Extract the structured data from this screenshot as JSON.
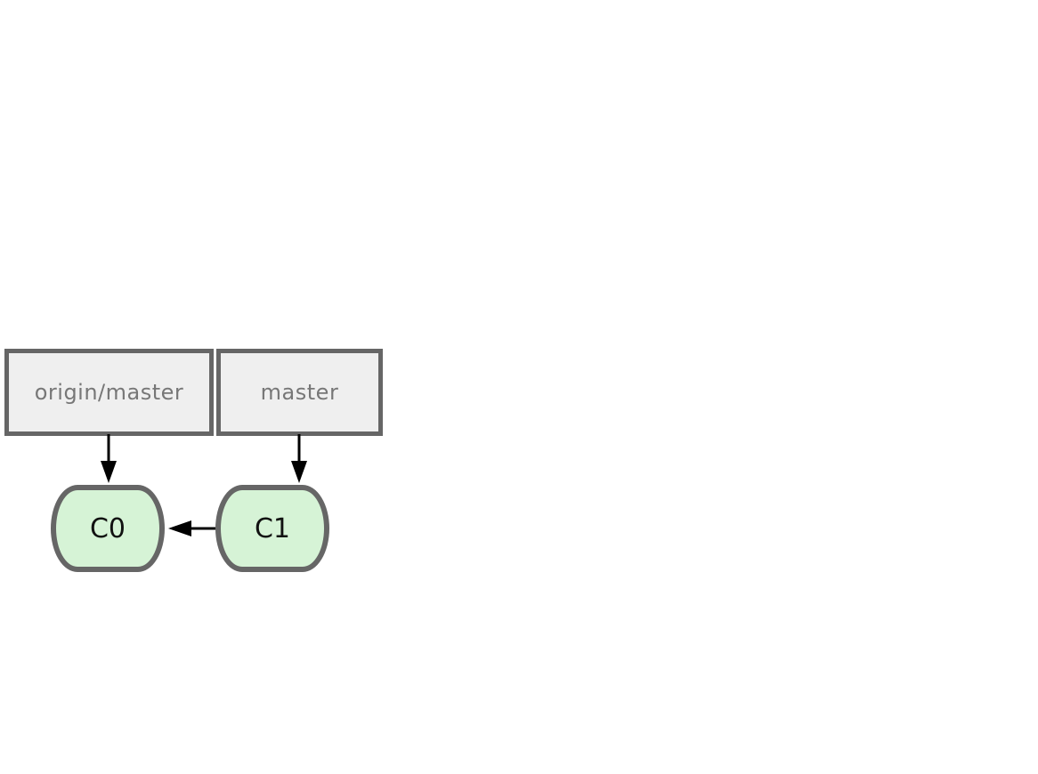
{
  "refs": [
    {
      "id": "origin-master",
      "label": "origin/master"
    },
    {
      "id": "master",
      "label": "master"
    }
  ],
  "commits": [
    {
      "id": "c0",
      "label": "C0"
    },
    {
      "id": "c1",
      "label": "C1"
    }
  ],
  "edges": [
    {
      "from": "origin/master",
      "to": "C0"
    },
    {
      "from": "master",
      "to": "C1"
    },
    {
      "from": "C1",
      "to": "C0"
    }
  ],
  "colors": {
    "ref_fill": "#efefef",
    "ref_border": "#666666",
    "ref_text": "#777777",
    "commit_fill": "#d6f3d6",
    "commit_border": "#666666",
    "arrow": "#000000"
  }
}
